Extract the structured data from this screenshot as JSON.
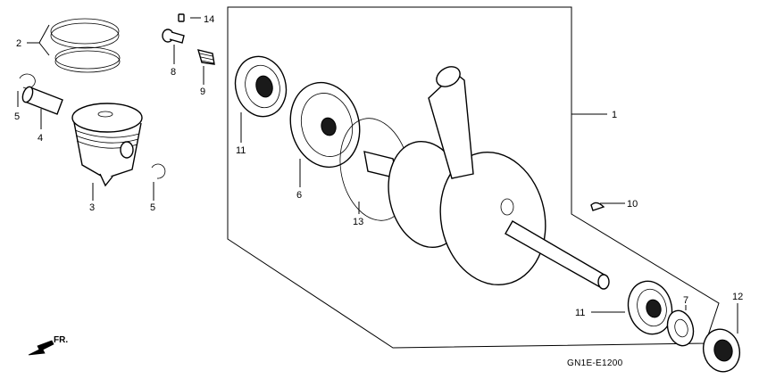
{
  "callouts": {
    "c1": "1",
    "c2": "2",
    "c3": "3",
    "c4": "4",
    "c5a": "5",
    "c5b": "5",
    "c6": "6",
    "c7": "7",
    "c8": "8",
    "c9": "9",
    "c10": "10",
    "c11a": "11",
    "c11b": "11",
    "c12": "12",
    "c13": "13",
    "c14": "14"
  },
  "direction_label": "FR.",
  "diagram_code": "GN1E-E1200",
  "icons": {
    "direction": "forward-arrow-icon"
  }
}
